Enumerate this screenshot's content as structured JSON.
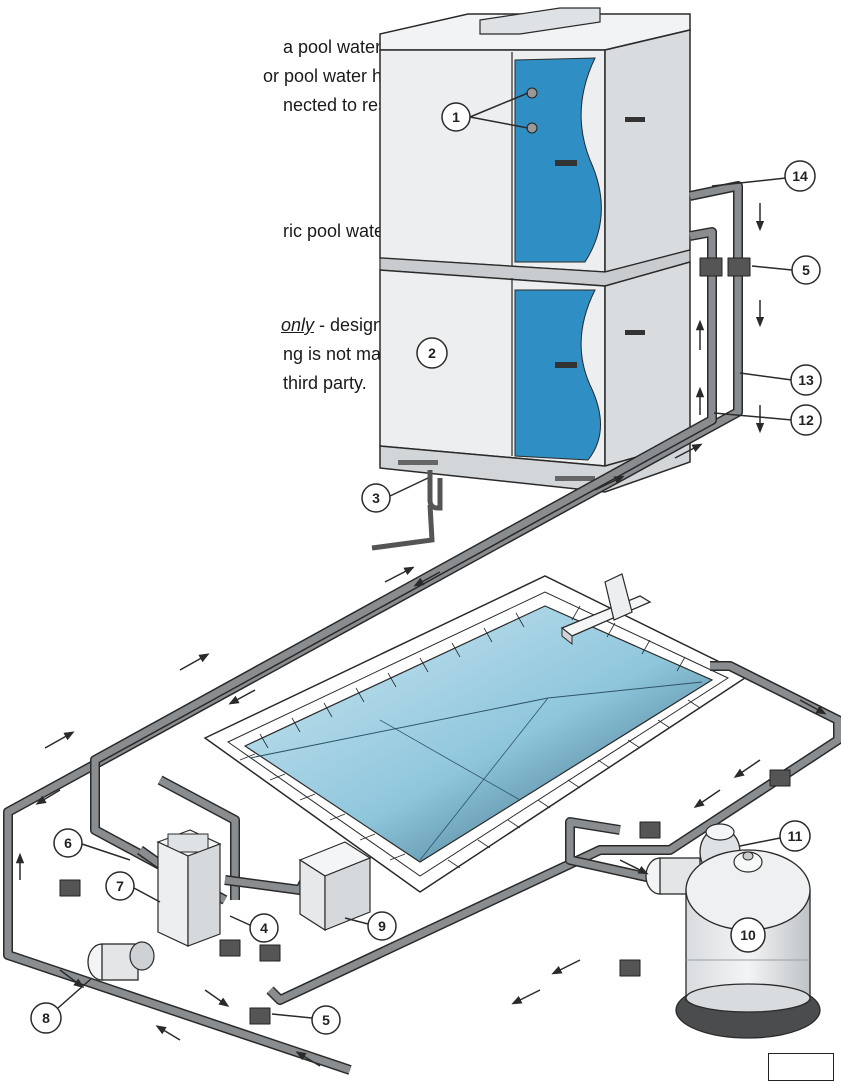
{
  "text": {
    "line1": "a pool water heater (to",
    "line2": "or pool water heating), it",
    "line3": "nected to respective",
    "line4": "ric pool water piping",
    "line5_emph": "only",
    "line5_rest": " - design, provision and",
    "line6": "ng is not manufacturer",
    "line7": "third party."
  },
  "callouts": {
    "c1": "1",
    "c2": "2",
    "c3": "3",
    "c4": "4",
    "c5a": "5",
    "c5b": "5",
    "c6": "6",
    "c7": "7",
    "c8": "8",
    "c9": "9",
    "c10": "10",
    "c11": "11",
    "c12": "12",
    "c13": "13",
    "c14": "14"
  },
  "colors": {
    "unit_face": "#eceeef",
    "unit_side": "#d8dbdd",
    "unit_top": "#f4f5f6",
    "water_stripe": "#2f8fc4",
    "pipe": "#8a8d90",
    "pipe_dark": "#4a4c4e",
    "pool_water": "#a9d6e8",
    "pool_deep": "#2b5f77",
    "tile": "#ffffff",
    "outline": "#2a2a2a"
  }
}
